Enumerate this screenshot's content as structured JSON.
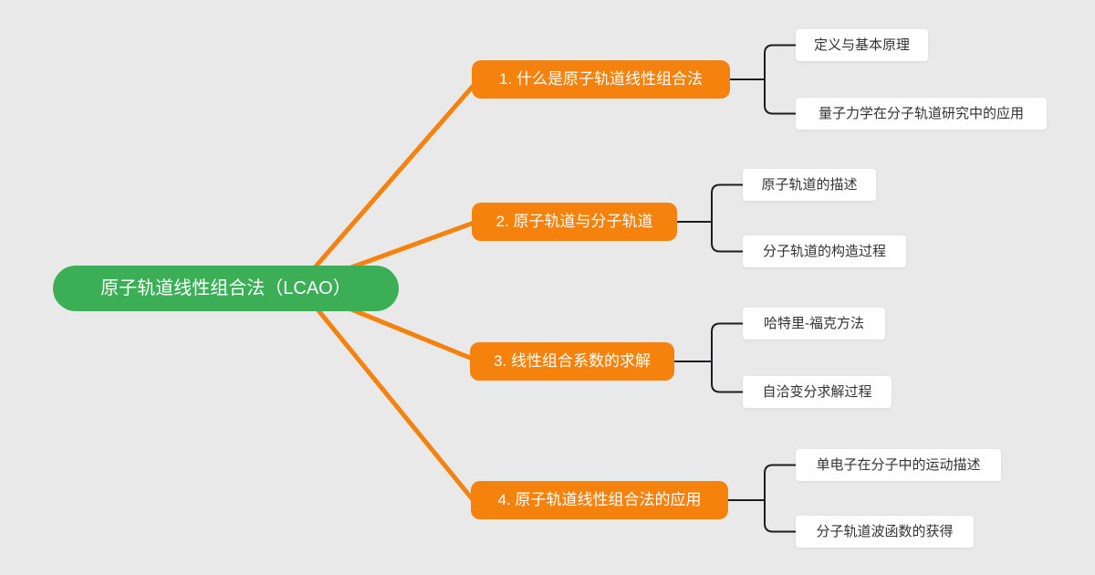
{
  "root": {
    "label": "原子轨道线性组合法（LCAO）"
  },
  "branches": [
    {
      "label": "1. 什么是原子轨道线性组合法",
      "children": [
        "定义与基本原理",
        "量子力学在分子轨道研究中的应用"
      ]
    },
    {
      "label": "2. 原子轨道与分子轨道",
      "children": [
        "原子轨道的描述",
        "分子轨道的构造过程"
      ]
    },
    {
      "label": "3. 线性组合系数的求解",
      "children": [
        "哈特里-福克方法",
        "自洽变分求解过程"
      ]
    },
    {
      "label": "4. 原子轨道线性组合法的应用",
      "children": [
        "单电子在分子中的运动描述",
        "分子轨道波函数的获得"
      ]
    }
  ],
  "colors": {
    "background": "#E9E9E9",
    "root_fill": "#3BAE56",
    "branch_fill": "#F5820D",
    "node_text": "#FFFFFF",
    "leaf_fill": "#FFFFFF",
    "leaf_text": "#333333",
    "connector_black": "#1D1D1F"
  }
}
